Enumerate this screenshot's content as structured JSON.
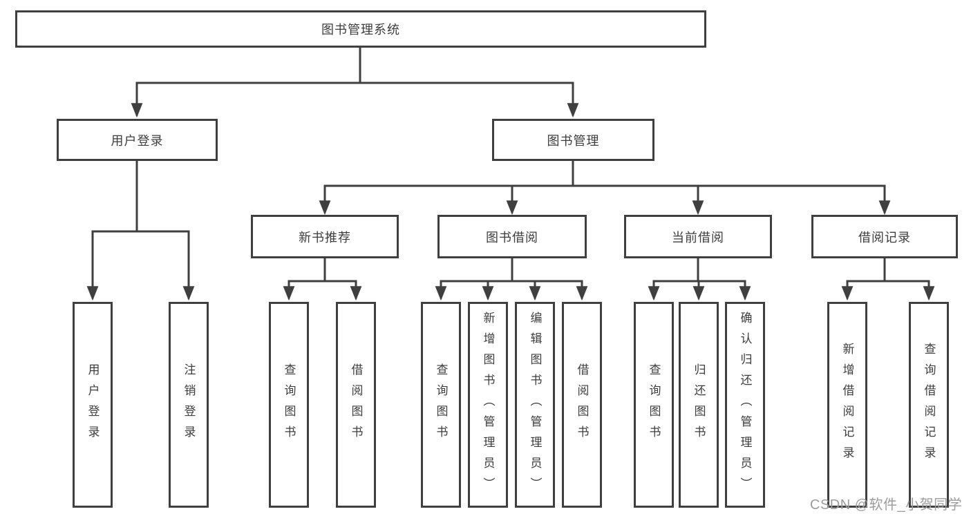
{
  "diagram": {
    "root": {
      "label": "图书管理系统"
    },
    "level2": [
      {
        "label": "用户登录"
      },
      {
        "label": "图书管理"
      }
    ],
    "level3": [
      {
        "label": "新书推荐"
      },
      {
        "label": "图书借阅"
      },
      {
        "label": "当前借阅"
      },
      {
        "label": "借阅记录"
      }
    ],
    "leaves": [
      {
        "label": "用户登录"
      },
      {
        "label": "注销登录"
      },
      {
        "label": "查询图书"
      },
      {
        "label": "借阅图书"
      },
      {
        "label": "查询图书"
      },
      {
        "label": "新增图书（管理员）"
      },
      {
        "label": "编辑图书（管理员）"
      },
      {
        "label": "借阅图书"
      },
      {
        "label": "查询图书"
      },
      {
        "label": "归还图书"
      },
      {
        "label": "确认归还（管理员）"
      },
      {
        "label": "新增借阅记录"
      },
      {
        "label": "查询借阅记录"
      }
    ]
  },
  "watermark": {
    "text": "CSDN @软件_小贺同学"
  },
  "colors": {
    "line": "#3f3f3f",
    "text": "#3d3d3d",
    "background": "#ffffff",
    "watermark": "#9c9c9c"
  }
}
